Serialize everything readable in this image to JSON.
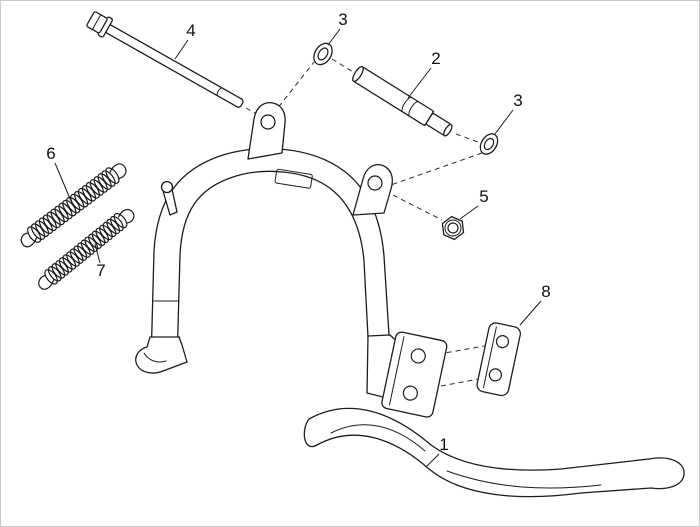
{
  "diagram": {
    "kind": "exploded-parts-diagram",
    "subject": "center-stand-assembly",
    "background": "#ffffff",
    "line_color": "#1c1c1c",
    "callouts": {
      "c1": {
        "num": "1",
        "part": "center-stand-body"
      },
      "c2": {
        "num": "2",
        "part": "pivot-pin-spacer"
      },
      "c3a": {
        "num": "3",
        "part": "washer-upper"
      },
      "c3b": {
        "num": "3",
        "part": "washer-lower"
      },
      "c4": {
        "num": "4",
        "part": "hex-flange-bolt"
      },
      "c5": {
        "num": "5",
        "part": "hex-nut"
      },
      "c6": {
        "num": "6",
        "part": "return-spring-outer"
      },
      "c7": {
        "num": "7",
        "part": "return-spring-inner"
      },
      "c8": {
        "num": "8",
        "part": "spacer-block"
      }
    }
  }
}
